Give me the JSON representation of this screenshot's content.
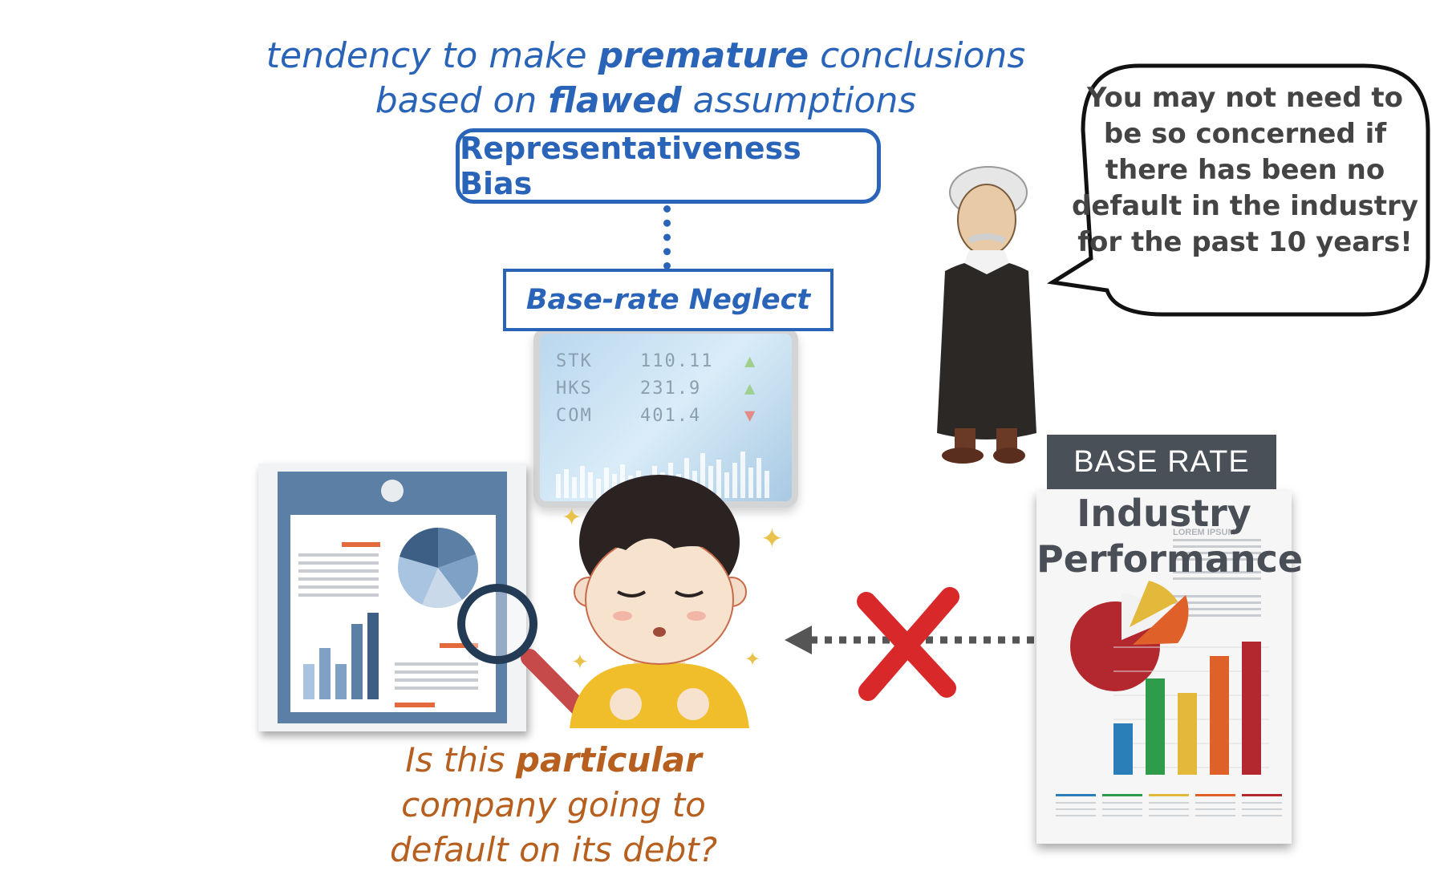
{
  "definition": {
    "part1": "tendency to make ",
    "bold1": "premature",
    "part2": " conclusions",
    "part3": "based on ",
    "bold2": "flawed",
    "part4": " assumptions"
  },
  "bias_label": "Representativeness Bias",
  "neglect_label": "Base-rate Neglect",
  "ticker": [
    {
      "symbol": "STK",
      "value": "110.11",
      "direction": "up"
    },
    {
      "symbol": "HKS",
      "value": "231.9",
      "direction": "up"
    },
    {
      "symbol": "COM",
      "value": "401.4",
      "direction": "down"
    }
  ],
  "speech_bubble": "You may not need to be so concerned if there has been no default in the industry for the past 10 years!",
  "base_rate": {
    "label": "BASE RATE",
    "title": "Industry Performance",
    "doc_small_heading": "LOREM IPSUM"
  },
  "question": {
    "part1": "Is this ",
    "bold": "particular",
    "part2": "company going to",
    "part3": "default on its debt?"
  },
  "colors": {
    "blue": "#2a64b8",
    "orange": "#b65f1e",
    "cross": "#d8282a",
    "label_bg": "#4a5057"
  }
}
